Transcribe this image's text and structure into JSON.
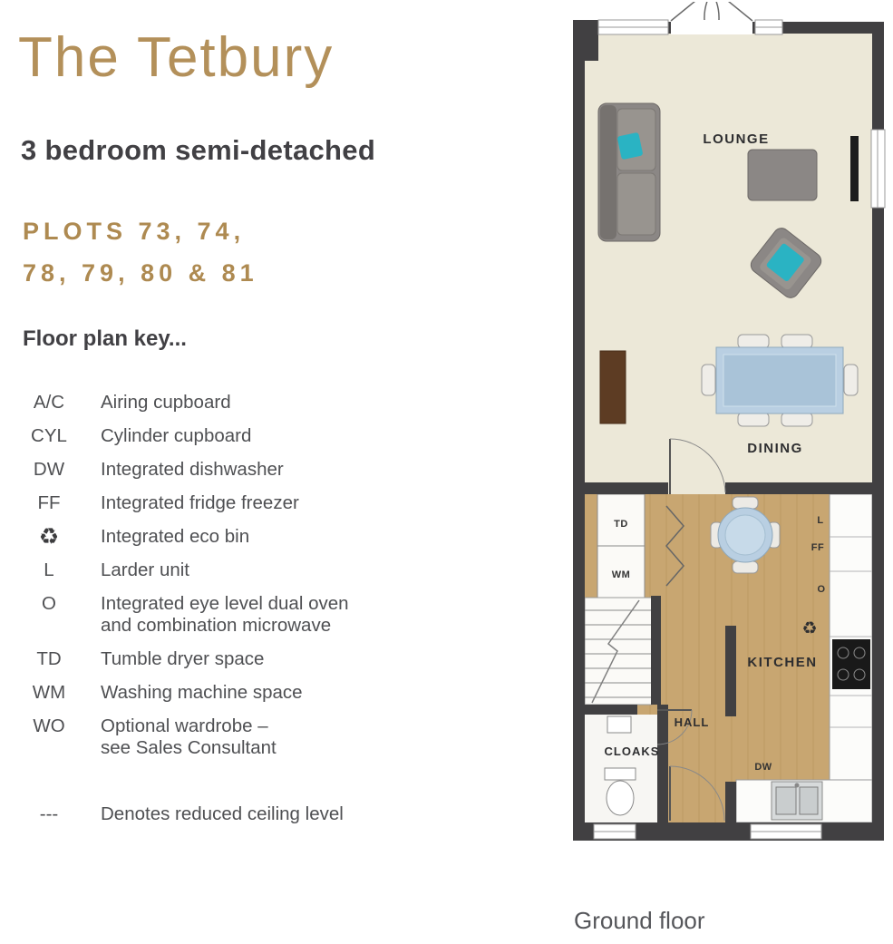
{
  "header": {
    "title": "The Tetbury",
    "subtitle": "3 bedroom semi-detached",
    "plots": "PLOTS 73, 74,\n78, 79, 80 & 81"
  },
  "key": {
    "heading": "Floor plan key...",
    "items": [
      {
        "abbr": "A/C",
        "desc": "Airing cupboard"
      },
      {
        "abbr": "CYL",
        "desc": "Cylinder cupboard"
      },
      {
        "abbr": "DW",
        "desc": "Integrated dishwasher"
      },
      {
        "abbr": "FF",
        "desc": "Integrated fridge freezer"
      },
      {
        "abbr": "♻",
        "desc": "Integrated eco bin"
      },
      {
        "abbr": "L",
        "desc": "Larder unit"
      },
      {
        "abbr": "O",
        "desc": "Integrated eye level dual oven\nand combination microwave"
      },
      {
        "abbr": "TD",
        "desc": "Tumble dryer space"
      },
      {
        "abbr": "WM",
        "desc": "Washing machine space"
      },
      {
        "abbr": "WO",
        "desc": "Optional wardrobe –\nsee Sales Consultant"
      },
      {
        "abbr": "---",
        "desc": "Denotes reduced ceiling level"
      }
    ]
  },
  "floorplan": {
    "labels": {
      "lounge": "LOUNGE",
      "dining": "DINING",
      "kitchen": "KITCHEN",
      "hall": "HALL",
      "cloaks": "CLOAKS",
      "td": "TD",
      "wm": "WM",
      "larder": "L",
      "fridge": "FF",
      "oven": "O",
      "dishwasher": "DW",
      "eco": "♻"
    },
    "caption": "Ground floor"
  },
  "colors": {
    "gold": "#ae8a51",
    "dark_text": "#414044",
    "wall": "#414042",
    "lounge_floor": "#ece8d8",
    "kitchen_floor": "#c8a671",
    "teal": "#2ab3c3"
  }
}
